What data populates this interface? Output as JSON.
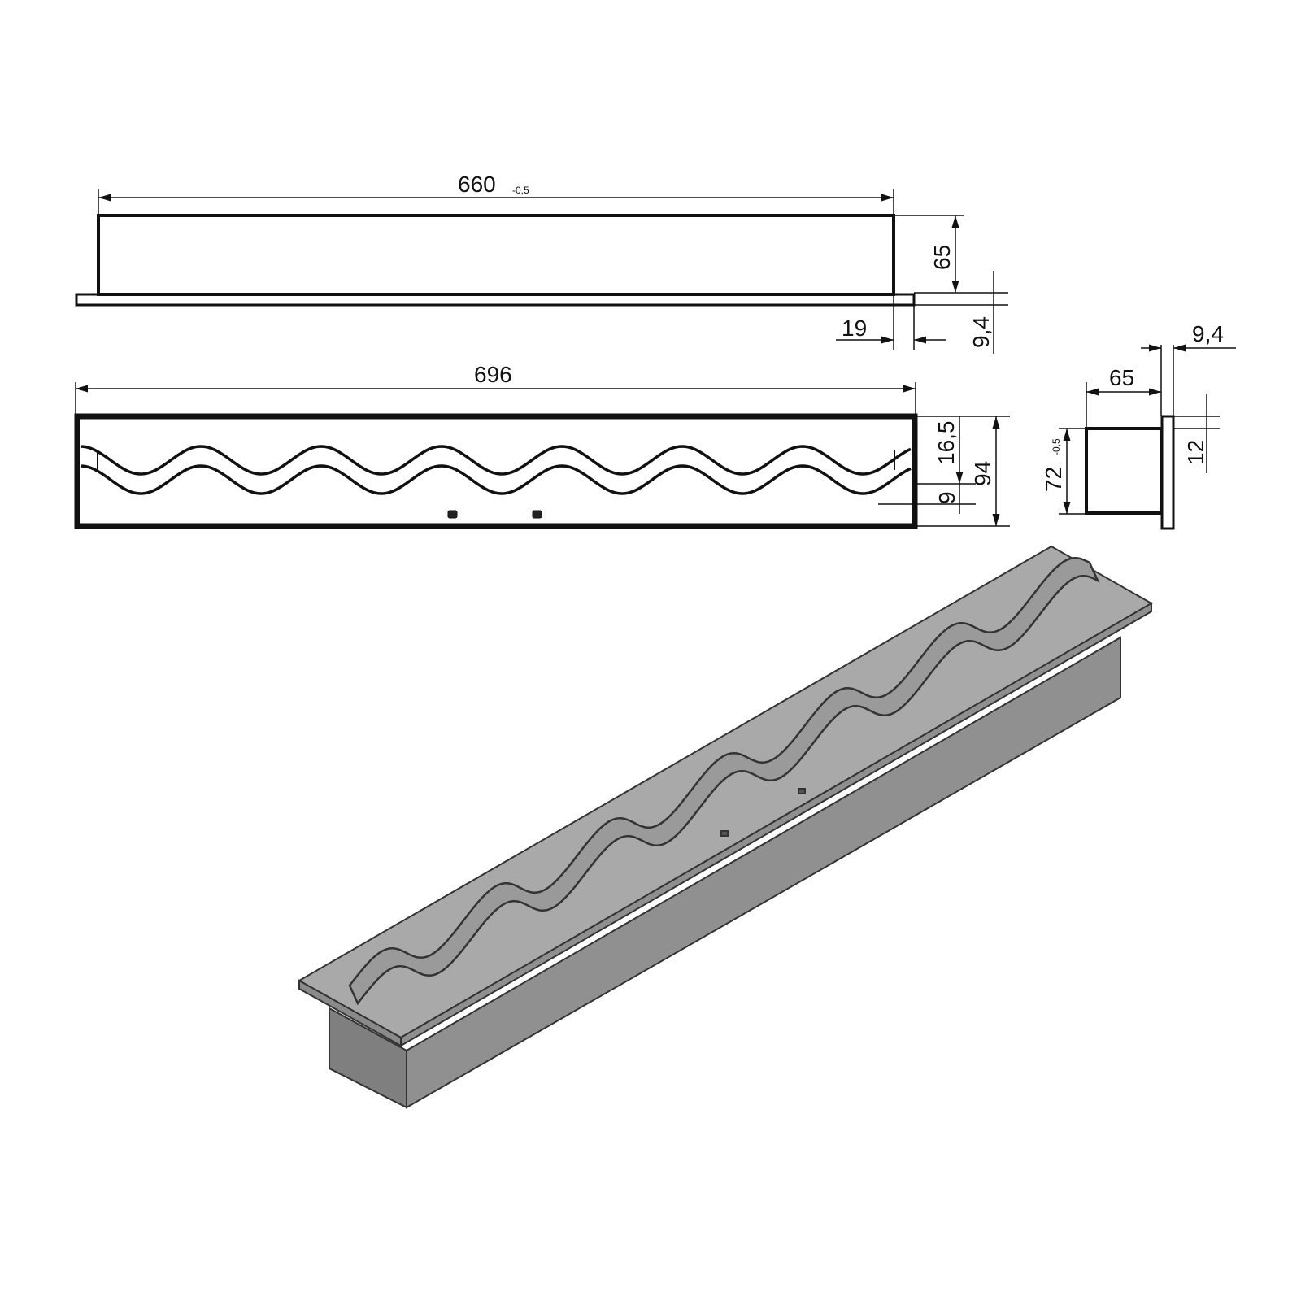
{
  "drawing": {
    "colors": {
      "line": "#111111",
      "plate": "#a9a9a9",
      "side_dark": "#7f7f7f",
      "side_mid": "#909090",
      "edge": "#5a5a5a"
    },
    "front_view": {
      "width_label": "660",
      "width_tolerance": "-0,5",
      "height_label": "65",
      "flange_label": "19",
      "plate_thickness_label": "9,4"
    },
    "top_view": {
      "length_label": "696",
      "offset_label": "16,5",
      "slot_label": "9",
      "width_label": "94"
    },
    "side_view": {
      "depth_label": "65",
      "thickness_label": "9,4",
      "height_label": "72",
      "height_tolerance": "-0,5",
      "step_label": "12"
    }
  }
}
